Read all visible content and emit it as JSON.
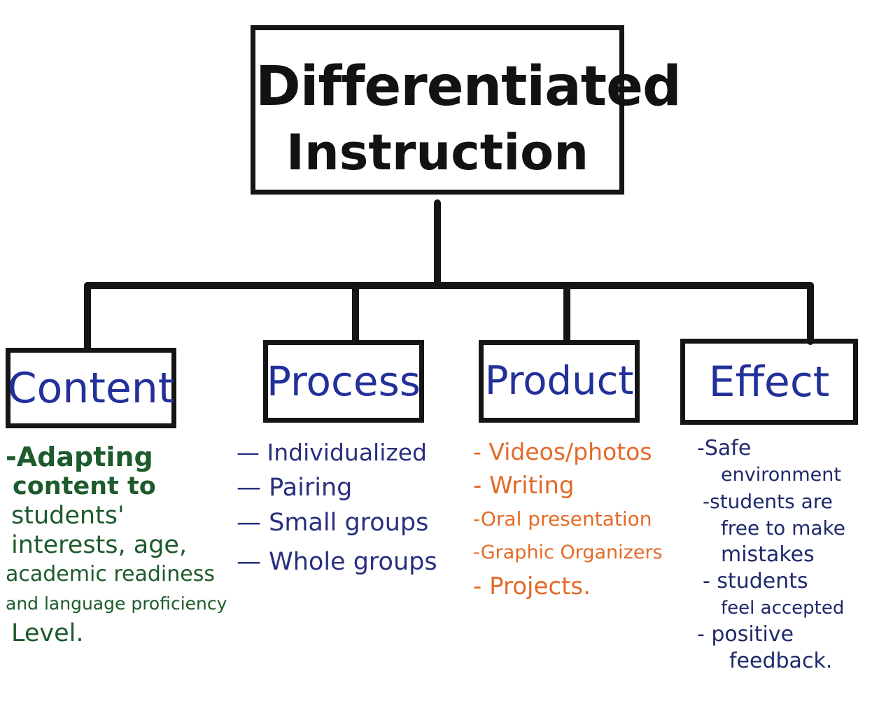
{
  "root": {
    "title_line1": "Differentiated",
    "title_line2": "Instruction"
  },
  "categories": [
    {
      "label": "Content",
      "lines": [
        "-Adapting",
        "content to",
        "students'",
        "interests, age,",
        "academic readiness",
        "and language proficiency",
        "Level."
      ]
    },
    {
      "label": "Process",
      "lines": [
        "— Individualized",
        "— Pairing",
        "— Small groups",
        "— Whole groups"
      ]
    },
    {
      "label": "Product",
      "lines": [
        "- Videos/photos",
        "- Writing",
        "-Oral presentation",
        "-Graphic Organizers",
        "- Projects."
      ]
    },
    {
      "label": "Effect",
      "lines": [
        "-Safe",
        "environment",
        "-students are",
        "free to make",
        "mistakes",
        "- students",
        "feel accepted",
        "- positive",
        "feedback."
      ]
    }
  ],
  "colors": {
    "outline": "#151515",
    "category_label": "#23309a",
    "content_text": "#1d5a2c",
    "process_text": "#28307e",
    "product_text": "#e46a27",
    "effect_text": "#1f2a6b"
  }
}
